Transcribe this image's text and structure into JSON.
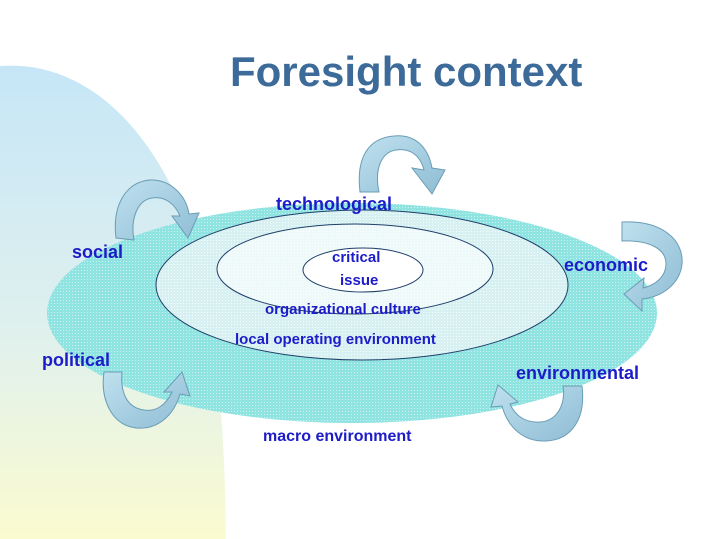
{
  "slide": {
    "title": "Foresight context"
  },
  "labels": {
    "technological": "technological",
    "social": "social",
    "economic": "economic",
    "political": "political",
    "environmental": "environmental",
    "macro": "macro environment",
    "local": "local operating environment",
    "organizational": "organizational culture",
    "critical_line1": "critical",
    "critical_line2": "issue"
  },
  "colors": {
    "title": "#3c6a99",
    "labels": "#1c1cc8",
    "outer_ellipse": "#7fe0dd",
    "inner_ellipse": "#e8f6f8",
    "arrow_fill": "#a6cfe4",
    "arrow_edge": "#6a9db5",
    "background_blue": "#c6e6f7",
    "background_yellow": "#fbfbd0"
  },
  "icons": [
    "curved-arrow-icon"
  ]
}
